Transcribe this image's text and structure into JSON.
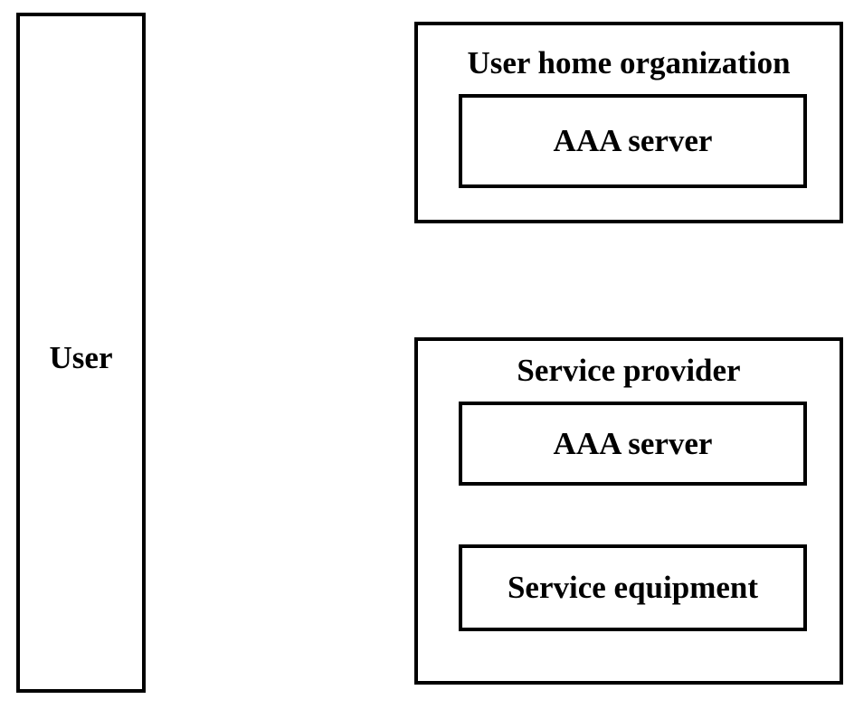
{
  "user": {
    "label": "User"
  },
  "home_organization": {
    "title": "User home organization",
    "aaa_server": "AAA server"
  },
  "service_provider": {
    "title": "Service provider",
    "aaa_server": "AAA server",
    "equipment": "Service equipment"
  }
}
